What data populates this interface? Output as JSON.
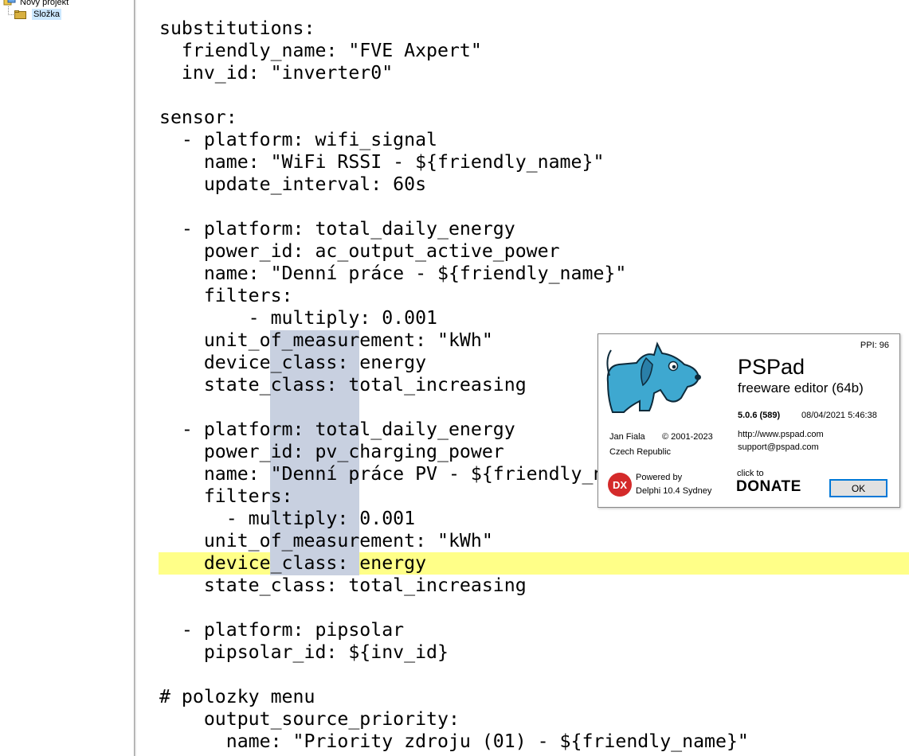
{
  "project_tree": {
    "root_label": "Nový projekt",
    "folder_label": "Složka"
  },
  "editor": {
    "lines": [
      "substitutions:",
      "  friendly_name: \"FVE Axpert\"",
      "  inv_id: \"inverter0\"",
      "",
      "sensor:",
      "  - platform: wifi_signal",
      "    name: \"WiFi RSSI - ${friendly_name}\"",
      "    update_interval: 60s",
      "",
      "  - platform: total_daily_energy",
      "    power_id: ac_output_active_power",
      "    name: \"Denní práce - ${friendly_name}\"",
      "    filters:",
      "        - multiply: 0.001",
      "    unit_of_measurement: \"kWh\"",
      "    device_class: energy",
      "    state_class: total_increasing",
      "",
      "  - platform: total_daily_energy",
      "    power_id: pv_charging_power",
      "    name: \"Denní práce PV - ${friendly_name}\"",
      "    filters:",
      "      - multiply: 0.001",
      "    unit_of_measurement: \"kWh\"",
      "    device_class: energy",
      "    state_class: total_increasing",
      "",
      "  - platform: pipsolar",
      "    pipsolar_id: ${inv_id}",
      "",
      "# polozky menu",
      "    output_source_priority:",
      "      name: \"Priority zdroju (01) - ${friendly_name}\""
    ],
    "colors": {
      "current_line": "#ffff88",
      "column_selection": "#c8d0e0"
    }
  },
  "about_dialog": {
    "ppi": "PPI: 96",
    "app_name": "PSPad",
    "app_desc": "freeware editor (64b)",
    "version": "5.0.6 (589)",
    "build_date": "08/04/2021 5:46:38",
    "author": "Jan Fiala",
    "copyright": "© 2001-2023",
    "country": "Czech Republic",
    "url": "http://www.pspad.com",
    "email": "support@pspad.com",
    "powered_by": "Powered by",
    "delphi": "Delphi 10.4 Sydney",
    "dx_logo": "DX",
    "click_to": "click to",
    "donate": "DONATE",
    "ok": "OK",
    "colors": {
      "dog": "#3ea8d0",
      "donate": "#3aa6c8",
      "dx": "#d42a2a"
    }
  }
}
